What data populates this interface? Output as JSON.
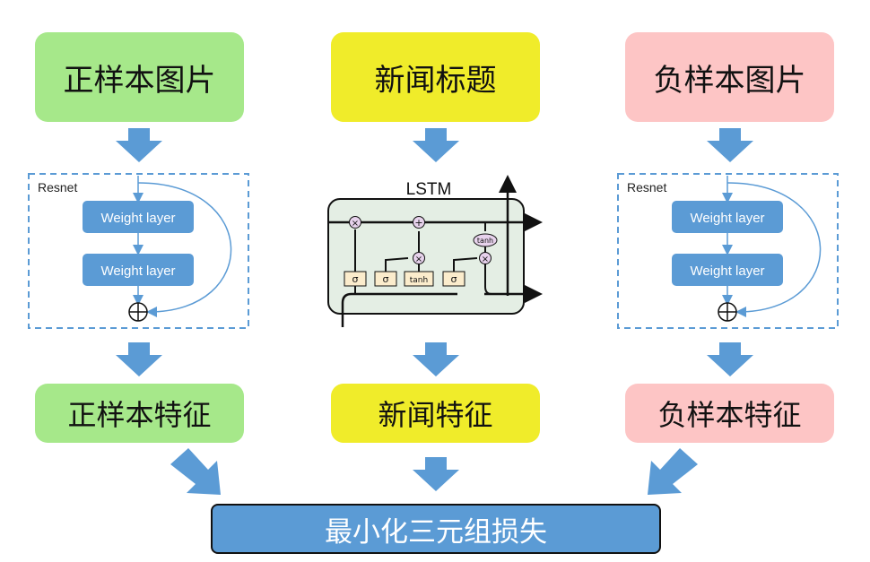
{
  "inputs": {
    "positive_image": "正样本图片",
    "news_title": "新闻标题",
    "negative_image": "负样本图片"
  },
  "encoders": {
    "resnet_left": {
      "label": "Resnet",
      "layer1": "Weight layer",
      "layer2": "Weight layer"
    },
    "lstm": {
      "label": "LSTM",
      "ops": {
        "times1": "×",
        "plus": "+",
        "times2": "×",
        "times3": "×",
        "tanh_top": "tanh"
      },
      "gates": {
        "sigma1": "σ",
        "sigma2": "σ",
        "tanh": "tanh",
        "sigma3": "σ"
      }
    },
    "resnet_right": {
      "label": "Resnet",
      "layer1": "Weight layer",
      "layer2": "Weight layer"
    }
  },
  "features": {
    "positive": "正样本特征",
    "news": "新闻特征",
    "negative": "负样本特征"
  },
  "loss": "最小化三元组损失",
  "colors": {
    "positive": "#a6e88a",
    "news": "#f0ec2a",
    "negative": "#fdc5c5",
    "arrow": "#5b9bd5",
    "layer": "#5b9bd5",
    "lstm_bg": "#e4eee4"
  }
}
